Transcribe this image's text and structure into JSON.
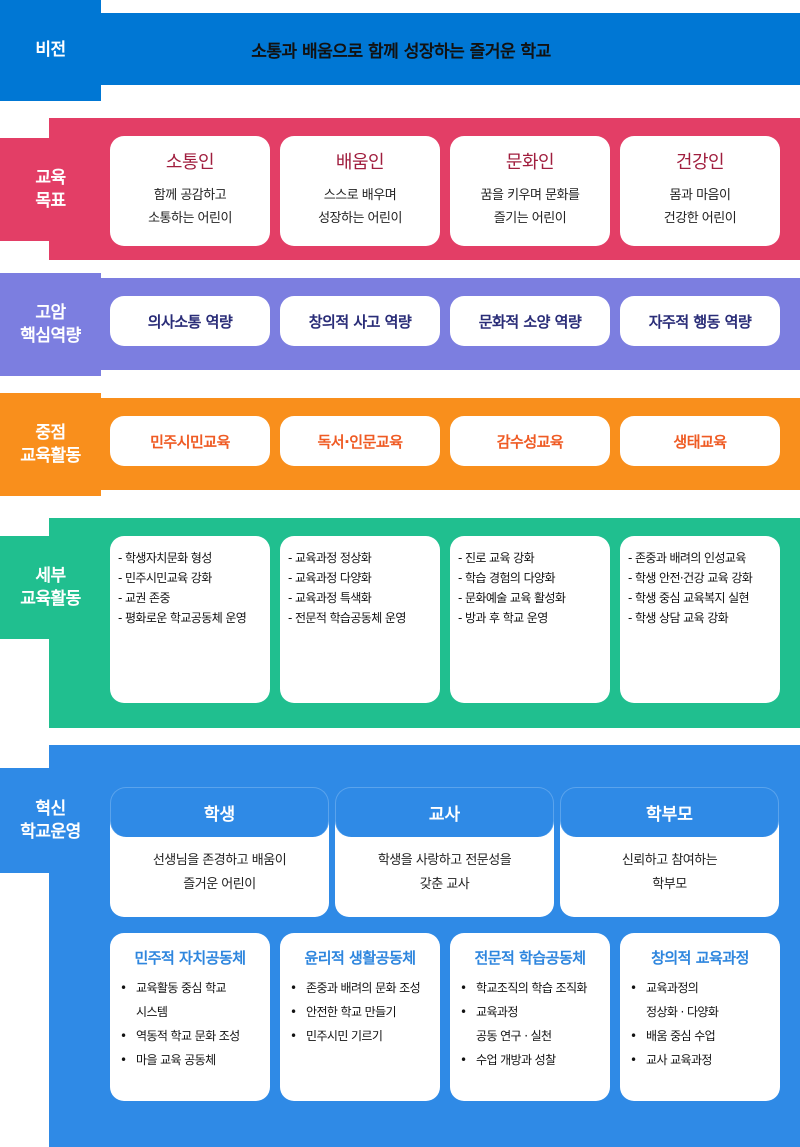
{
  "vision": {
    "label": "비전",
    "slogan": "소통과 배움으로 함께 성장하는 즐거운 학교",
    "color": "#0077d4"
  },
  "goals": {
    "label": "교육\n목표",
    "color": "#e33e66",
    "items": [
      {
        "title": "소통인",
        "desc": "함께 공감하고\n소통하는 어린이"
      },
      {
        "title": "배움인",
        "desc": "스스로 배우며\n성장하는 어린이"
      },
      {
        "title": "문화인",
        "desc": "꿈을 키우며 문화를\n즐기는 어린이"
      },
      {
        "title": "건강인",
        "desc": "몸과 마음이\n건강한 어린이"
      }
    ]
  },
  "competencies": {
    "label": "고암\n핵심역량",
    "color": "#7c7ee0",
    "items": [
      "의사소통 역량",
      "창의적 사고 역량",
      "문화적 소양 역량",
      "자주적 행동 역량"
    ]
  },
  "focus": {
    "label": "중점\n교육활동",
    "color": "#f98f1c",
    "items": [
      "민주시민교육",
      "독서·인문교육",
      "감수성교육",
      "생태교육"
    ]
  },
  "detail": {
    "label": "세부\n교육활동",
    "color": "#20bf8f",
    "columns": [
      [
        "학생자치문화 형성",
        "민주시민교육 강화",
        "교권 존중",
        "평화로운 학교공동체 운영"
      ],
      [
        "교육과정 정상화",
        "교육과정 다양화",
        "교육과정 특색화",
        "전문적 학습공동체 운영"
      ],
      [
        "진로 교육 강화",
        "학습 경험의 다양화",
        "문화예술 교육 활성화",
        "방과 후 학교 운영"
      ],
      [
        "존중과 배려의 인성교육",
        "학생 안전·건강 교육 강화",
        "학생 중심 교육복지 실현",
        "학생 상담 교육 강화"
      ]
    ]
  },
  "innovation": {
    "label": "혁신\n학교운영",
    "color": "#2f8ae6",
    "stakeholders": [
      {
        "title": "학생",
        "desc": "선생님을 존경하고 배움이\n즐거운 어린이"
      },
      {
        "title": "교사",
        "desc": "학생을 사랑하고 전문성을\n갖춘 교사"
      },
      {
        "title": "학부모",
        "desc": "신뢰하고 참여하는\n학부모"
      }
    ],
    "communities": [
      {
        "title": "민주적 자치공동체",
        "items": [
          "교육활동 중심 학교\n시스템",
          "역동적 학교 문화 조성",
          "마을 교육 공동체"
        ]
      },
      {
        "title": "윤리적 생활공동체",
        "items": [
          "존중과 배려의 문화 조성",
          "안전한 학교 만들기",
          "민주시민 기르기"
        ]
      },
      {
        "title": "전문적 학습공동체",
        "items": [
          "학교조직의 학습 조직화",
          "교육과정\n공동 연구 · 실천",
          "수업 개방과 성찰"
        ]
      },
      {
        "title": "창의적 교육과정",
        "items": [
          "교육과정의\n정상화 · 다양화",
          "배움 중심 수업",
          "교사 교육과정"
        ]
      }
    ]
  }
}
